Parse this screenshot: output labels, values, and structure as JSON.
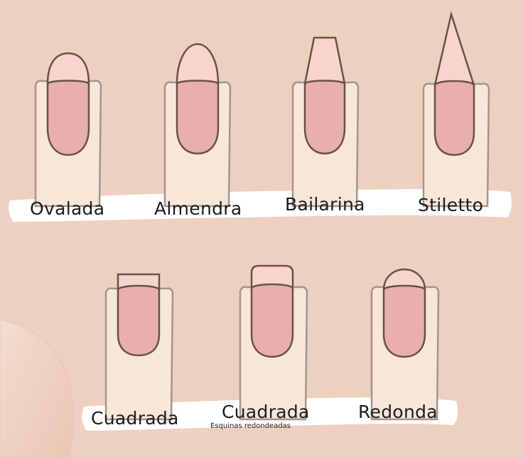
{
  "palette": {
    "background": "#eed0c0",
    "finger_fill": "#f8e6d8",
    "finger_stroke": "#a5948c",
    "nail_free_edge": "#f6d5cc",
    "nail_bed": "#e9aeae",
    "nail_outline": "#6b5148",
    "label_highlight": "#ffffff"
  },
  "shapes": [
    {
      "id": "ovalada",
      "label": "Ovalada",
      "shape": "oval"
    },
    {
      "id": "almendra",
      "label": "Almendra",
      "shape": "almond"
    },
    {
      "id": "bailarina",
      "label": "Bailarina",
      "shape": "ballerina"
    },
    {
      "id": "stiletto",
      "label": "Stiletto",
      "shape": "stiletto"
    },
    {
      "id": "cuadrada",
      "label": "Cuadrada",
      "shape": "square"
    },
    {
      "id": "cuadrada-esquinas",
      "label": "Cuadrada",
      "sublabel": "Esquinas redondeadas",
      "shape": "squoval"
    },
    {
      "id": "redonda",
      "label": "Redonda",
      "shape": "round"
    }
  ]
}
